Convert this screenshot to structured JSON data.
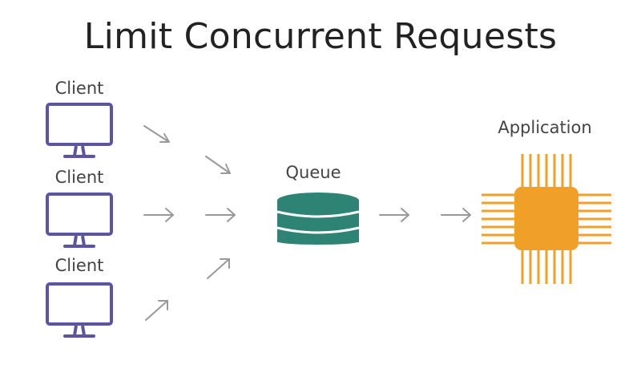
{
  "title": "Limit Concurrent Requests",
  "nodes": {
    "clients": [
      {
        "label": "Client"
      },
      {
        "label": "Client"
      },
      {
        "label": "Client"
      }
    ],
    "queue": {
      "label": "Queue"
    },
    "application": {
      "label": "Application"
    }
  },
  "colors": {
    "monitor": "#5a55a3",
    "queue": "#2e8474",
    "chip": "#f0a029",
    "arrow": "#999999",
    "title_text": "#222222",
    "label_text": "#444444"
  },
  "icons": {
    "client": "monitor-icon",
    "queue": "database-icon",
    "application": "cpu-chip-icon",
    "connector": "arrow-icon"
  }
}
